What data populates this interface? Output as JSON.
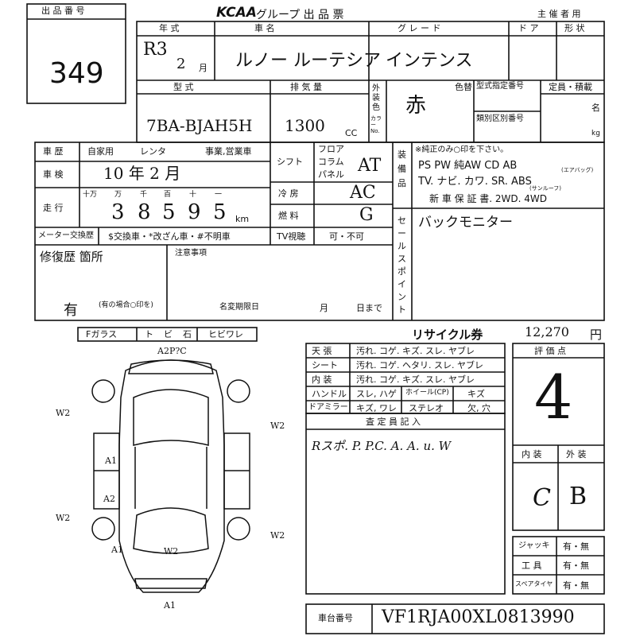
{
  "header": {
    "lot_label": "出 品 番 号",
    "lot_number": "349",
    "logo": "KCAA",
    "title": "グループ 出 品 票",
    "organizer": "主 催 者 用"
  },
  "row1": {
    "year_label": "年 式",
    "car_name_label": "車 名",
    "grade_label": "グ レ ー ド",
    "door_label": "ド ア",
    "body_type_label": "形 状",
    "era_value": "R3",
    "month_value": "2",
    "month_unit": "月",
    "car_name_value": "ルノー ルーテシア",
    "grade_value": "インテンス"
  },
  "row2": {
    "model_label": "型 式",
    "displacement_label": "排 気 量",
    "model_value": "7BA-BJAH5H",
    "displacement_value": "1300",
    "displacement_unit": "CC",
    "exterior_color_label": "外装色",
    "color_change_label": "色替",
    "color_no_label": "カラーNo.",
    "color_value": "赤",
    "type_cert_label": "型式指定番号",
    "category_label": "類別区別番号",
    "capacity_label": "定員・積載",
    "capacity_unit": "名",
    "weight_unit": "kg"
  },
  "history": {
    "label": "車 歴",
    "options": [
      "自家用",
      "レンタ",
      "事業,営業車"
    ],
    "inspection_label": "車 検",
    "inspection_value": "10 年 2 月",
    "mileage_label": "走 行",
    "mileage_units": [
      "十万",
      "万",
      "千",
      "百",
      "十",
      "一"
    ],
    "mileage_digits": [
      "3",
      "8",
      "5",
      "9",
      "5"
    ],
    "mileage_unit": "km",
    "meter_label": "メーター交換歴",
    "meter_options": "$交換車・*改ざん車・#不明車",
    "repair_label": "修復歴 箇所",
    "repair_value": "有",
    "repair_note": "(有の場合○印を)"
  },
  "shift": {
    "shift_label": "シフト",
    "shift_options": [
      "フロア",
      "コラム",
      "パネル"
    ],
    "shift_value": "AT",
    "ac_label": "冷 房",
    "ac_value": "AC",
    "fuel_label": "燃 料",
    "fuel_value": "G",
    "tv_label": "TV視聴",
    "tv_value": "可・不可"
  },
  "equipment": {
    "label": "装備品",
    "note": "※純正のみ○印を下さい。",
    "row1": "PS  PW  純AW  CD  AB",
    "row2": "TV. ナビ. カワ. SR. ABS",
    "row3": "新 車 保 証 書.  2WD.  4WD",
    "ab_note": "(エアバッグ)",
    "sr_note": "(サンルーフ)"
  },
  "notes": {
    "label": "注意事項",
    "expiry_label": "名変期限日",
    "month_unit": "月",
    "day_unit": "日まで",
    "sales_point_label": "セールスポイント",
    "sales_point_value": "バックモニター"
  },
  "glass": {
    "items": [
      "Fガラス",
      "ト",
      "ビ",
      "石",
      "ヒビワレ"
    ]
  },
  "recycle": {
    "label": "リサイクル券",
    "value": "12,270",
    "unit": "円"
  },
  "interior": {
    "rows": [
      {
        "label": "天 張",
        "options": "汚れ. コゲ. キズ. スレ. ヤブレ"
      },
      {
        "label": "シート",
        "options": "汚れ. コゲ. ヘタリ. スレ. ヤブレ"
      },
      {
        "label": "内 装",
        "options": "汚れ. コゲ. キズ. スレ. ヤブレ"
      }
    ],
    "handle_label": "ハンドル",
    "handle_options": "スレ, ハゲ",
    "wheel_label": "ホイール(CP)",
    "wheel_value": "キズ",
    "mirror_label": "ドアミラー",
    "mirror_options": "キズ, ワレ",
    "stereo_label": "ステレオ",
    "stereo_options": "欠, 穴"
  },
  "inspector": {
    "label": "査 定 員 記 入",
    "value": "Rスポ. P. P.C.  A. A. u. W"
  },
  "score": {
    "label": "評 価 点",
    "value": "4",
    "interior_label": "内 装",
    "exterior_label": "外 装",
    "interior_value": "C",
    "exterior_value": "B"
  },
  "tools": [
    {
      "label": "ジャッキ",
      "options": "有・無"
    },
    {
      "label": "工 具",
      "options": "有・無"
    },
    {
      "label": "スペアタイヤ",
      "options": "有・無"
    }
  ],
  "chassis": {
    "label": "車台番号",
    "value": "VF1RJA00XL0813990"
  },
  "diagram": {
    "marks": [
      "A2P?C",
      "W2",
      "W2",
      "A1",
      "A2",
      "W2",
      "W2",
      "A1",
      "W2",
      "A1"
    ]
  }
}
